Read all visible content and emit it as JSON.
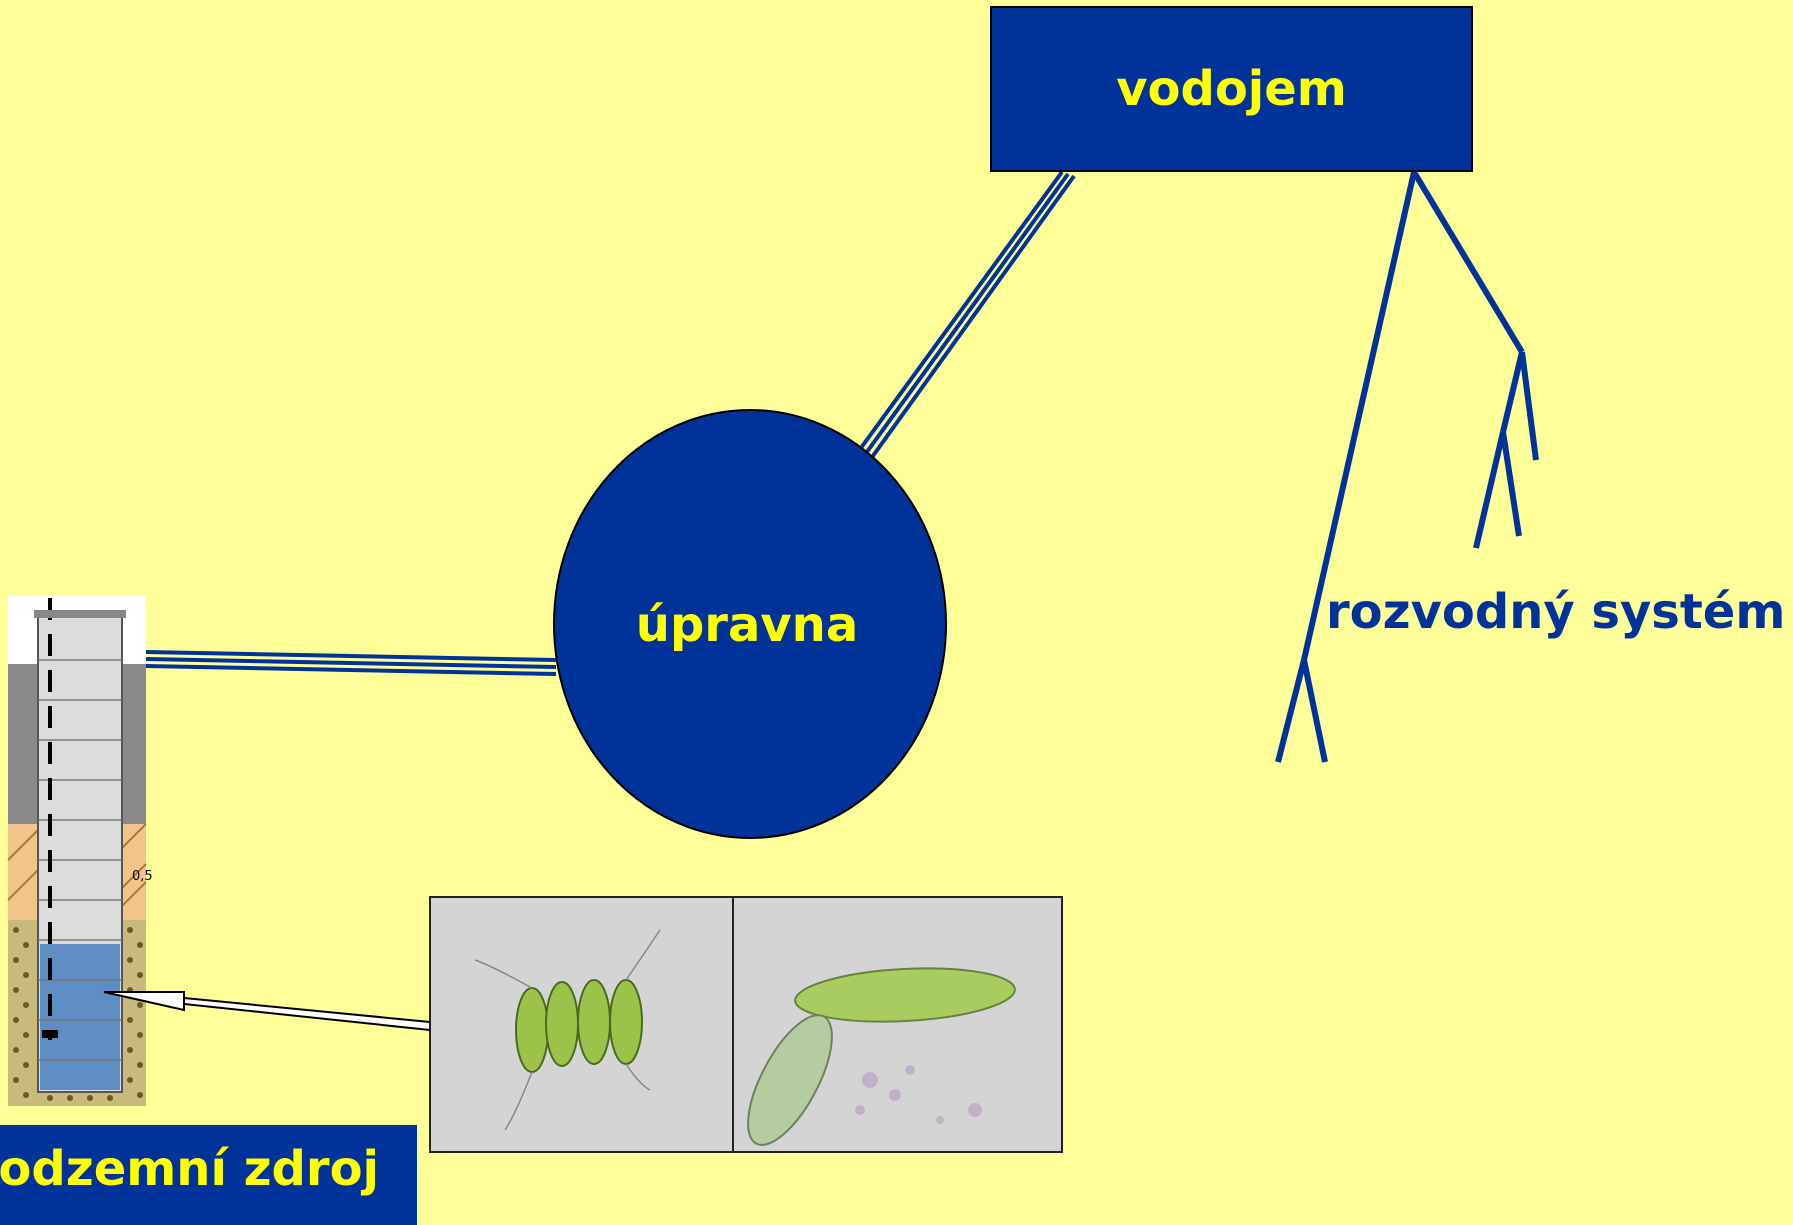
{
  "labels": {
    "vodojem": "vodojem",
    "upravna": "úpravna",
    "rozvodny": "rozvodný systém",
    "zdroj": "odzemní zdroj"
  },
  "colors": {
    "background": "#ffff99",
    "node_fill": "#003399",
    "node_text": "#ffff00",
    "pipe": "#003399"
  },
  "well_depth_label": "0,5",
  "icons": {
    "well": "well-cross-section-icon",
    "micrograph": "algae-micrograph-icon"
  }
}
